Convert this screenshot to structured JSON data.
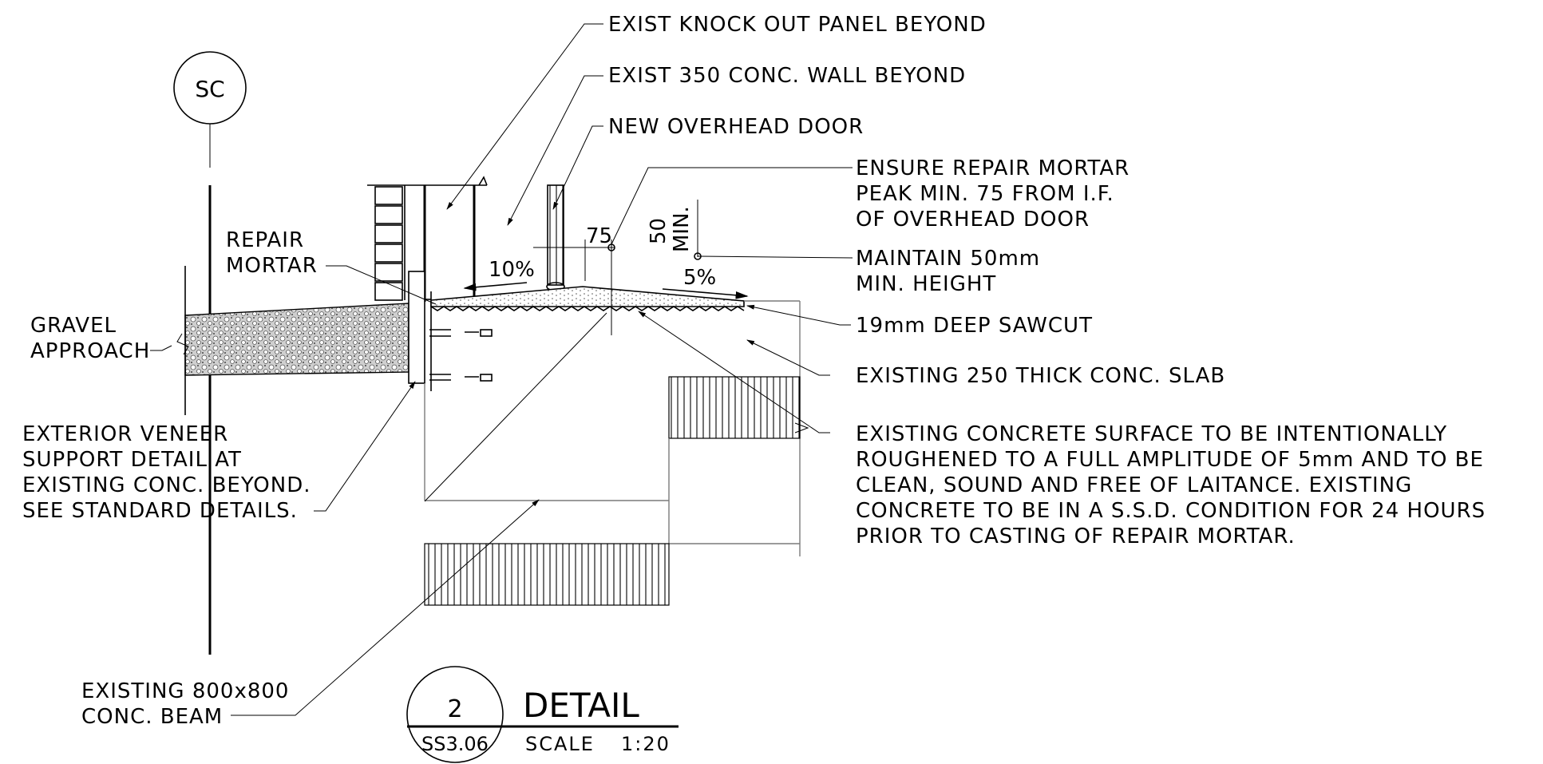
{
  "grid_bubble": "SC",
  "labels": {
    "knock_out": "EXIST KNOCK OUT PANEL BEYOND",
    "wall": "EXIST 350 CONC. WALL BEYOND",
    "door": "NEW OVERHEAD DOOR",
    "ensure": [
      "ENSURE REPAIR MORTAR",
      "PEAK MIN. 75 FROM I.F.",
      "OF OVERHEAD DOOR"
    ],
    "maintain": [
      "MAINTAIN 50mm",
      "MIN. HEIGHT"
    ],
    "sawcut": "19mm DEEP SAWCUT",
    "slab": "EXISTING 250 THICK CONC. SLAB",
    "surface": [
      "EXISTING CONCRETE SURFACE TO BE INTENTIONALLY",
      "ROUGHENED TO A FULL AMPLITUDE OF 5mm AND TO BE",
      "CLEAN, SOUND AND FREE OF LAITANCE.  EXISTING",
      "CONCRETE TO BE IN A S.S.D. CONDITION FOR 24 HOURS",
      "PRIOR TO CASTING OF REPAIR MORTAR."
    ],
    "repair": [
      "REPAIR",
      "MORTAR"
    ],
    "gravel": [
      "GRAVEL",
      "APPROACH"
    ],
    "veneer": [
      "EXTERIOR VENEER",
      "SUPPORT DETAIL AT",
      "EXISTING CONC. BEYOND.",
      "SEE STANDARD DETAILS."
    ],
    "beam": [
      "EXISTING 800x800",
      "CONC. BEAM"
    ]
  },
  "dims": {
    "d75": "75",
    "d50": "50",
    "min": "MIN.",
    "slope10": "10%",
    "slope5": "5%"
  },
  "title_block": {
    "number": "2",
    "sheet": "SS3.06",
    "title": "DETAIL",
    "scale_label": "SCALE",
    "scale_value": "1:20"
  }
}
